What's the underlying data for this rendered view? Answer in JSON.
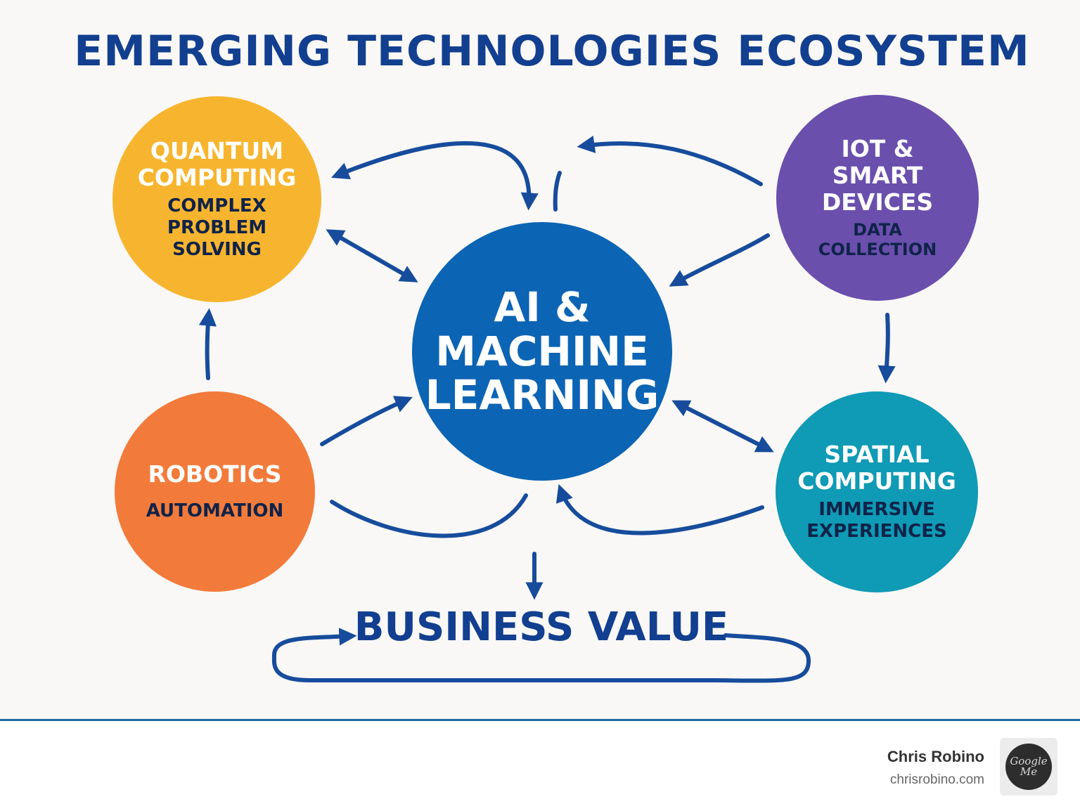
{
  "title": "EMERGING TECHNOLOGIES ECOSYSTEM",
  "nodes": {
    "quantum": {
      "head": [
        "QUANTUM",
        "COMPUTING"
      ],
      "sub": [
        "COMPLEX",
        "PROBLEM",
        "SOLVING"
      ],
      "color": "#f7b52f"
    },
    "iot": {
      "head": [
        "IOT &",
        "SMART",
        "DEVICES"
      ],
      "sub": [
        "DATA",
        "COLLECTION"
      ],
      "color": "#6a4fad"
    },
    "ai": {
      "head": [
        "AI &",
        "MACHINE",
        "LEARNING"
      ],
      "color": "#0c64b4"
    },
    "robotics": {
      "head": [
        "ROBOTICS"
      ],
      "sub": [
        "AUTOMATION"
      ],
      "color": "#f27b3b"
    },
    "spatial": {
      "head": [
        "SPATIAL",
        "COMPUTING"
      ],
      "sub": [
        "IMMERSIVE",
        "EXPERIENCES"
      ],
      "color": "#0f9ab5"
    }
  },
  "business_value": "BUSINESS VALUE",
  "arrow_color": "#174c9c",
  "footer": {
    "author": "Chris Robino",
    "website": "chrisrobino.com",
    "avatar_text": "Google Me"
  }
}
